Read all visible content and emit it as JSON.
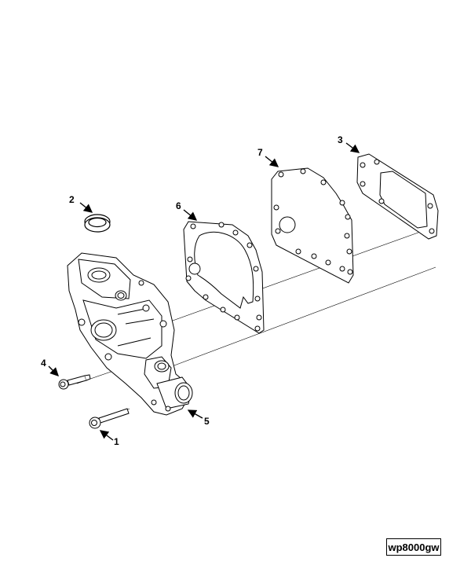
{
  "callouts": [
    "1",
    "2",
    "3",
    "4",
    "5",
    "6",
    "7"
  ],
  "reference_code": "wp8000gw",
  "line_color": "#000000"
}
